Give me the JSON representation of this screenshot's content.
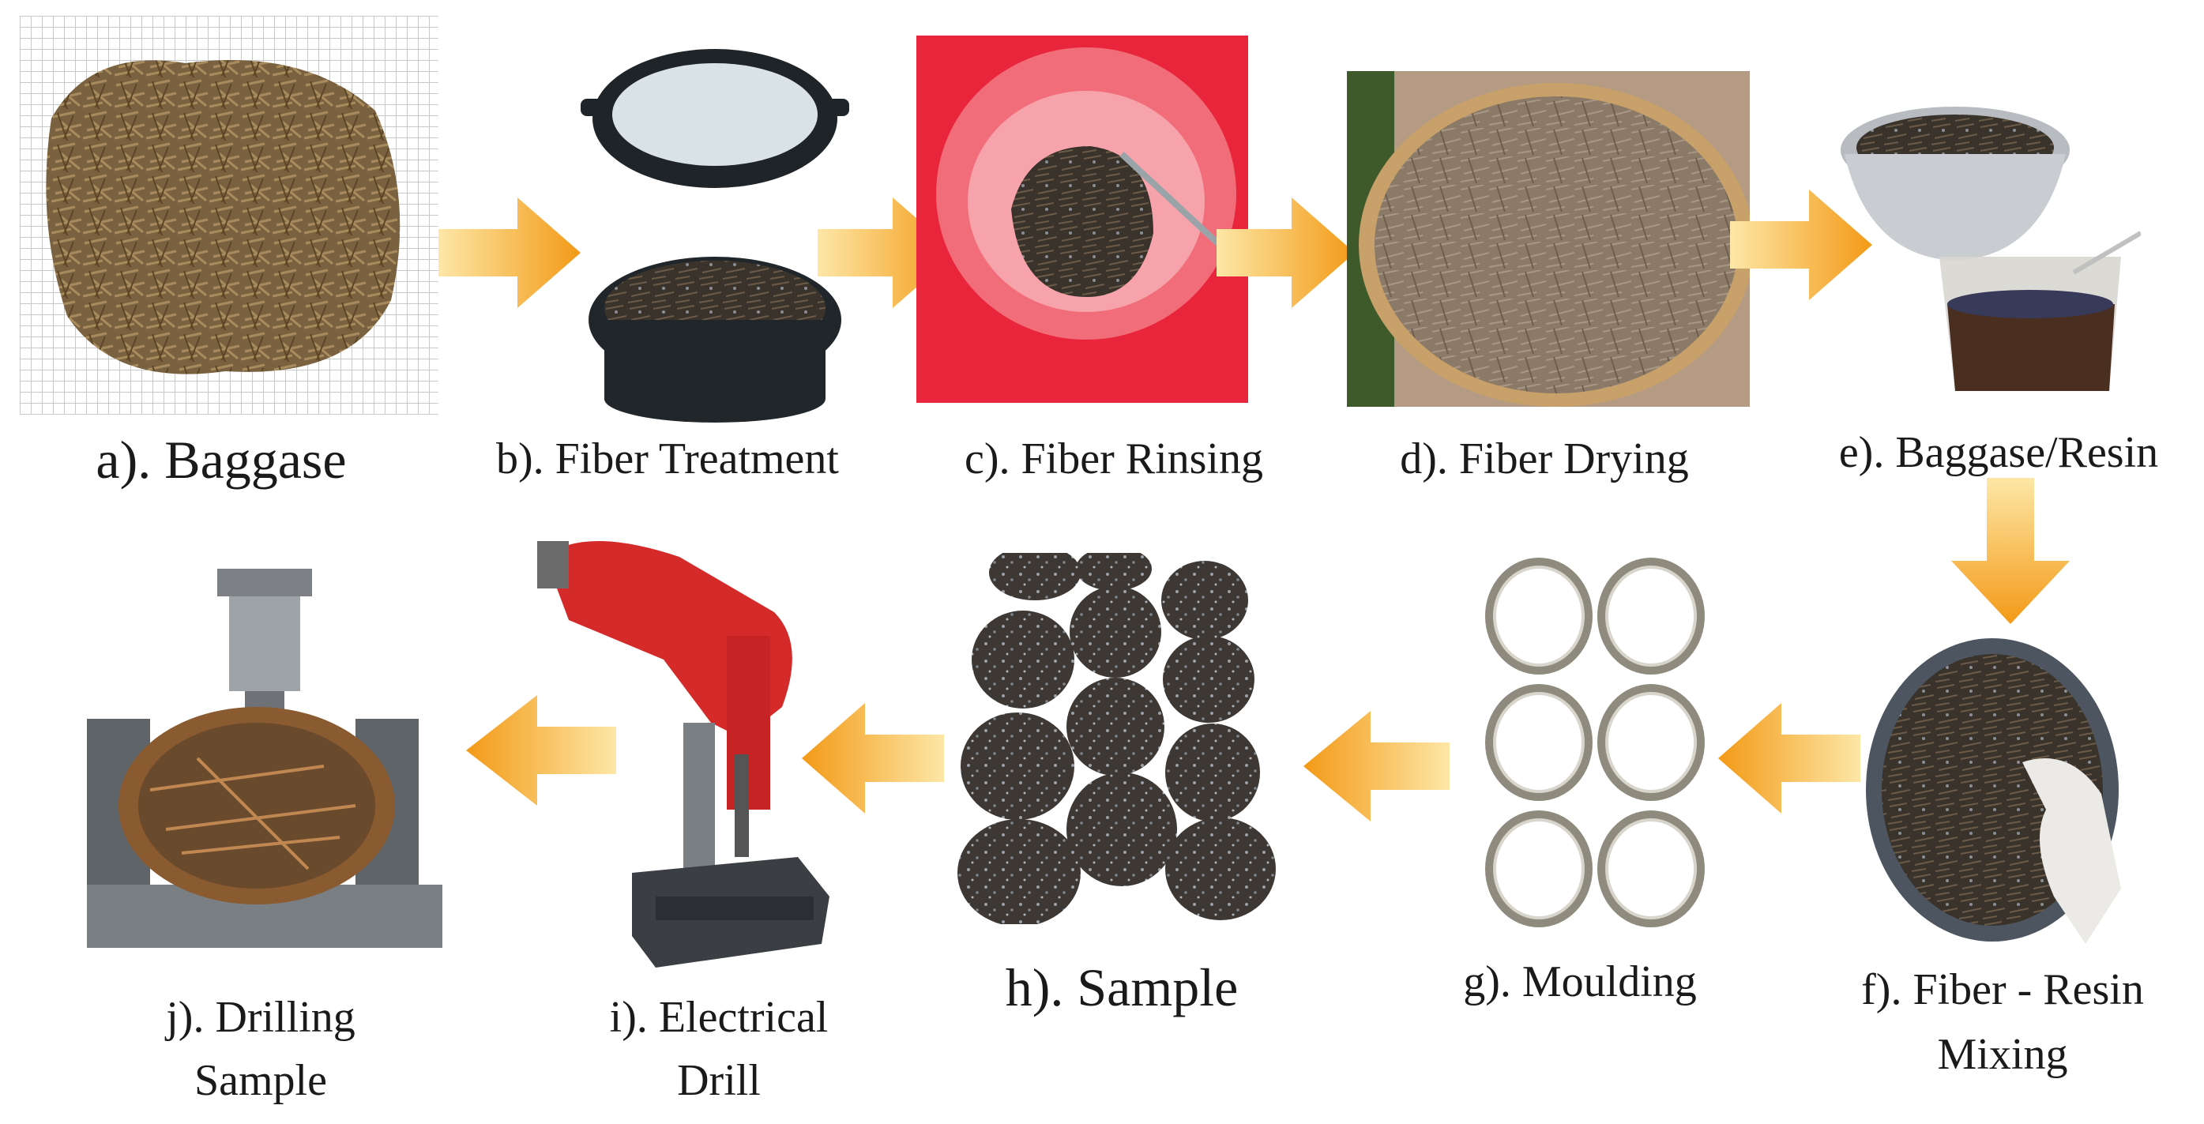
{
  "figure": {
    "steps": [
      {
        "id": "a",
        "label": "a). Baggase"
      },
      {
        "id": "b",
        "label": "b). Fiber Treatment"
      },
      {
        "id": "c",
        "label": "c). Fiber Rinsing"
      },
      {
        "id": "d",
        "label": "d). Fiber Drying"
      },
      {
        "id": "e",
        "label": "e). Baggase/Resin"
      },
      {
        "id": "f",
        "label_line1": "f). Fiber - Resin",
        "label_line2": "Mixing"
      },
      {
        "id": "g",
        "label": "g). Moulding"
      },
      {
        "id": "h",
        "label": "h). Sample"
      },
      {
        "id": "i",
        "label_line1": "i). Electrical",
        "label_line2": "Drill"
      },
      {
        "id": "j",
        "label_line1": "j). Drilling",
        "label_line2": "Sample"
      }
    ],
    "colors": {
      "arrow": "#f6a623",
      "arrow_light": "#fbd06a",
      "background": "#ffffff"
    }
  }
}
